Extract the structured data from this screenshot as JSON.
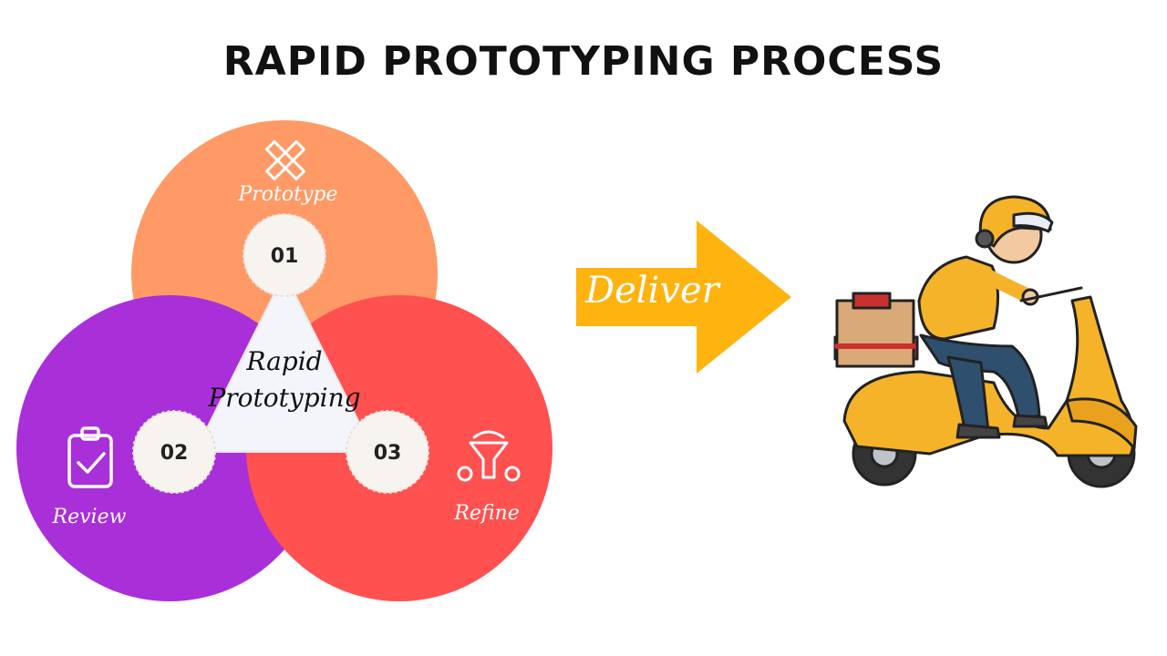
{
  "title": "RAPID PROTOTYPING PROCESS",
  "center_label": [
    "Rapid",
    "Prototyping"
  ],
  "steps": [
    {
      "number": "01",
      "label": "Prototype",
      "icon": "pencil-ruler-icon",
      "color": "#FF9A66"
    },
    {
      "number": "02",
      "label": "Review",
      "icon": "clipboard-check-icon",
      "color": "#A92FD9"
    },
    {
      "number": "03",
      "label": "Refine",
      "icon": "filter-gears-icon",
      "color": "#FF5150"
    }
  ],
  "deliver": {
    "label": "Deliver",
    "color": "#FFB30F"
  },
  "illustration": {
    "icon": "delivery-scooter-icon"
  }
}
